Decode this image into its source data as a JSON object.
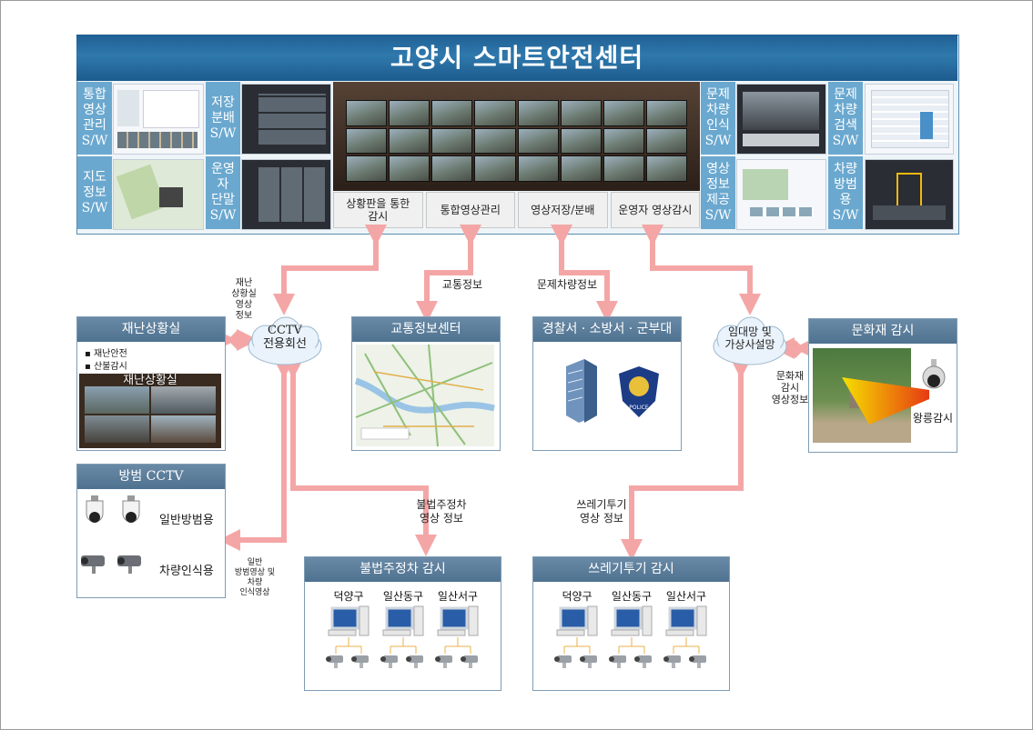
{
  "title": "고양시 스마트안전센터",
  "left_labels": [
    "통합\n영상\n관리\nS/W",
    "지도\n정보\nS/W",
    "저장\n분배\nS/W",
    "운영자\n단말\nS/W"
  ],
  "right_labels": [
    "문제\n차량\n인식\nS/W",
    "영상\n정보\n제공\nS/W",
    "문제\n차량\n검색\nS/W",
    "차량\n방범용\nS/W"
  ],
  "captions": [
    "상황판을 통한\n감시",
    "통합영상관리",
    "영상저장/분배",
    "운영자 영상감시"
  ],
  "flows": {
    "traffic_info": "교통정보",
    "problem_vehicle_info": "문제차량정보",
    "disaster_info": "재난\n상황실\n영상\n정보",
    "heritage_info": "문화재\n감시\n영상정보",
    "parking_info": "불법주정차\n영상 정보",
    "dumping_info": "쓰레기투기\n영상 정보",
    "cctv_info": "일반\n방범영상 및\n차량\n인식영상"
  },
  "clouds": {
    "cctv_line": "CCTV\n전용회선",
    "lease_line": "임대망 및\n가상사설망"
  },
  "disaster": {
    "title": "재난상황실",
    "bullets": [
      "재난안전",
      "산불감시"
    ],
    "photo_label": "재난상황실"
  },
  "traffic": {
    "title": "교통정보센터"
  },
  "police": {
    "title": "경찰서 · 소방서 · 군부대",
    "badge_text": "POLICE"
  },
  "heritage": {
    "title": "문화재 감시",
    "photo_label": "왕릉감시"
  },
  "crime_cctv": {
    "title": "방범 CCTV",
    "rows": [
      "일반방범용",
      "차량인식용"
    ]
  },
  "parking": {
    "title": "불법주정차 감시",
    "districts": [
      "덕양구",
      "일산동구",
      "일산서구"
    ]
  },
  "dumping": {
    "title": "쓰레기투기 감시",
    "districts": [
      "덕양구",
      "일산동구",
      "일산서구"
    ]
  },
  "colors": {
    "arrow": "#f4a6a6",
    "header": "#4f7290",
    "title_bar": "#2f79ad",
    "label_bg": "#6aa8cf"
  }
}
